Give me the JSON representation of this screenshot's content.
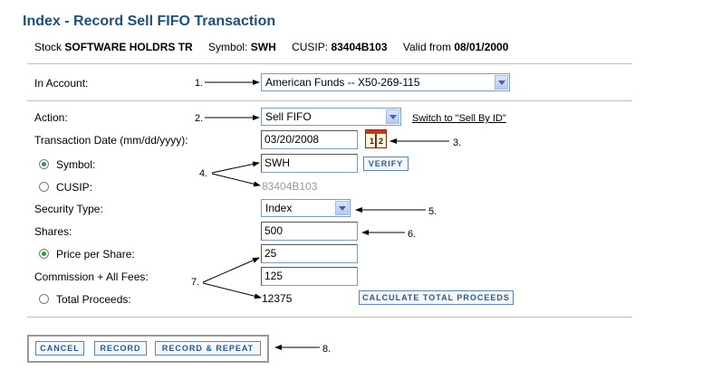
{
  "page": {
    "title": "Index - Record Sell FIFO Transaction"
  },
  "stock_info": {
    "stock_label": "Stock",
    "stock_value": "SOFTWARE HOLDRS TR",
    "symbol_label": "Symbol:",
    "symbol_value": "SWH",
    "cusip_label": "CUSIP:",
    "cusip_value": "83404B103",
    "valid_label": "Valid from",
    "valid_value": "08/01/2000"
  },
  "form": {
    "account_label": "In Account:",
    "account_value": "American Funds -- X50-269-115",
    "action_label": "Action:",
    "action_value": "Sell FIFO",
    "switch_link": "Switch to \"Sell By ID\"",
    "date_label": "Transaction Date (mm/dd/yyyy):",
    "date_value": "03/20/2008",
    "symbol_label": "Symbol:",
    "symbol_value": "SWH",
    "verify_button": "VERIFY",
    "cusip_label": "CUSIP:",
    "cusip_value": "83404B103",
    "security_type_label": "Security Type:",
    "security_type_value": "Index",
    "shares_label": "Shares:",
    "shares_value": "500",
    "price_label": "Price per Share:",
    "price_value": "25",
    "commission_label": "Commission + All Fees:",
    "commission_value": "125",
    "total_label": "Total Proceeds:",
    "total_value": "12375",
    "calculate_button": "CALCULATE TOTAL PROCEEDS",
    "symbol_radio_selected": true,
    "price_radio_selected": true
  },
  "buttons": {
    "cancel": "CANCEL",
    "record": "RECORD",
    "record_repeat": "RECORD & REPEAT"
  },
  "annotations": {
    "n1": "1.",
    "n2": "2.",
    "n3": "3.",
    "n4": "4.",
    "n5": "5.",
    "n6": "6.",
    "n7": "7.",
    "n8": "8."
  },
  "icons": {
    "calendar": "calendar-icon",
    "radio_on_color": "#2e9c3e"
  },
  "colors": {
    "title": "#1f4f7a",
    "button_text": "#2a5a8c"
  }
}
